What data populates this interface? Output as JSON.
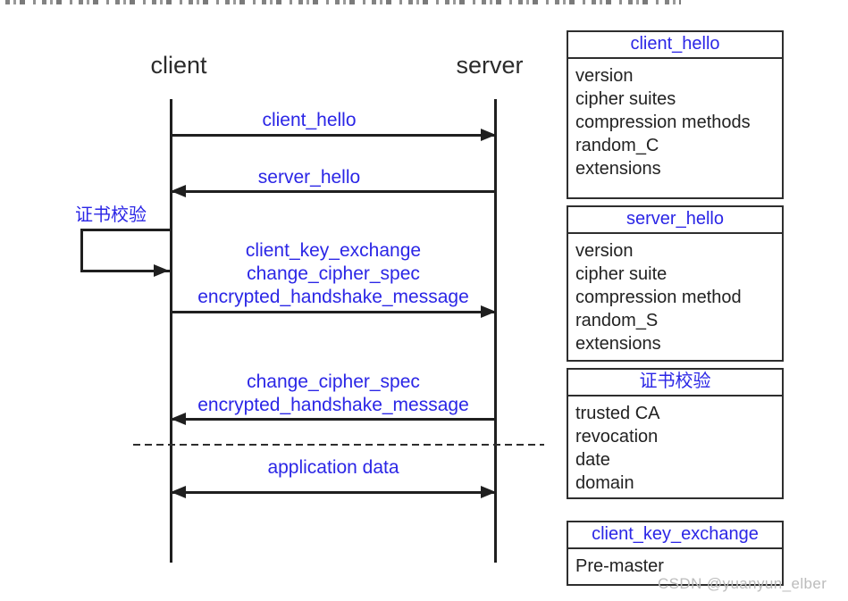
{
  "meta": {
    "watermark": "CSDN @yuanyun_elber"
  },
  "colors": {
    "accent_blue": "#2b26e6",
    "line_black": "#1f1f1f",
    "watermark_gray": "#bcbcbc"
  },
  "actors": {
    "client": "client",
    "server": "server"
  },
  "annotations": {
    "cert_check": "证书校验"
  },
  "messages": [
    {
      "label": "client_hello",
      "direction": "client-to-server"
    },
    {
      "label": "server_hello",
      "direction": "server-to-client"
    },
    {
      "label": "client_key_exchange\nchange_cipher_spec\nencrypted_handshake_message",
      "direction": "client-to-server"
    },
    {
      "label": "change_cipher_spec\nencrypted_handshake_message",
      "direction": "server-to-client"
    },
    {
      "label": "application data",
      "direction": "bidirectional"
    }
  ],
  "info_boxes": [
    {
      "title": "client_hello",
      "items": [
        "version",
        "cipher suites",
        "compression methods",
        "random_C",
        "extensions"
      ]
    },
    {
      "title": "server_hello",
      "items": [
        "version",
        "cipher suite",
        "compression method",
        "random_S",
        "extensions"
      ]
    },
    {
      "title": "证书校验",
      "items": [
        "trusted CA",
        "revocation",
        "date",
        "domain"
      ]
    },
    {
      "title": "client_key_exchange",
      "items": [
        "Pre-master"
      ]
    }
  ]
}
